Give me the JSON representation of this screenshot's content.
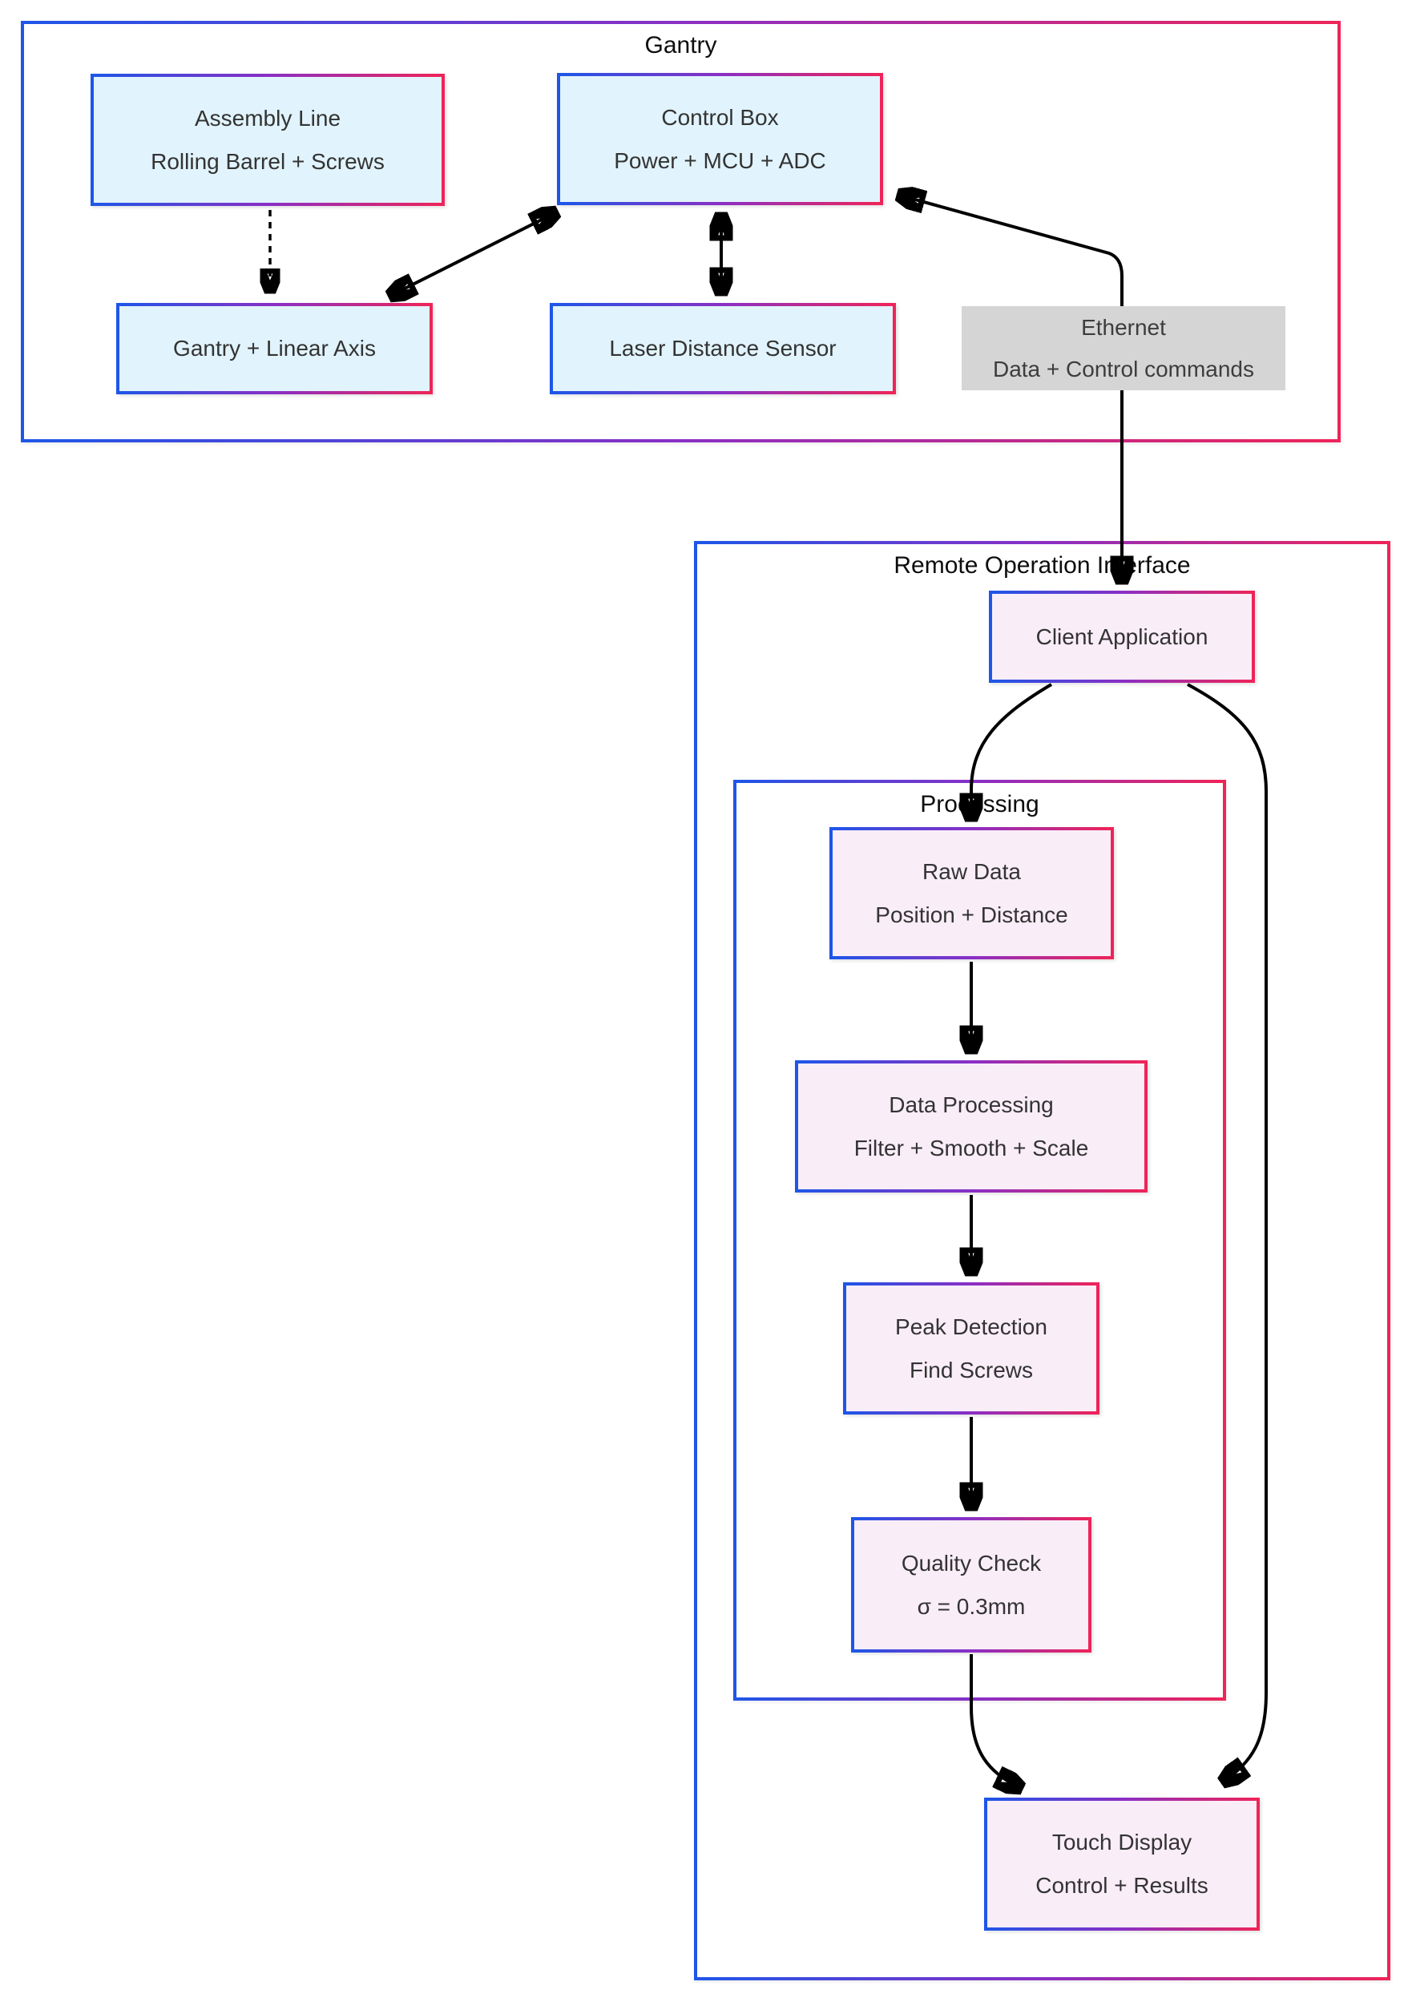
{
  "diagram": {
    "gantry": {
      "title": "Gantry",
      "assembly_line": {
        "l1": "Assembly Line",
        "l2": "Rolling Barrel + Screws"
      },
      "control_box": {
        "l1": "Control Box",
        "l2": "Power + MCU + ADC"
      },
      "gantry_axis": {
        "l1": "Gantry + Linear Axis"
      },
      "laser_sensor": {
        "l1": "Laser Distance Sensor"
      }
    },
    "ethernet": {
      "l1": "Ethernet",
      "l2": "Data + Control commands"
    },
    "remote": {
      "title": "Remote Operation Interface",
      "client_app": {
        "l1": "Client Application"
      },
      "touch_display": {
        "l1": "Touch Display",
        "l2": "Control + Results"
      },
      "processing": {
        "title": "Processing",
        "raw_data": {
          "l1": "Raw Data",
          "l2": "Position + Distance"
        },
        "data_processing": {
          "l1": "Data Processing",
          "l2": "Filter + Smooth + Scale"
        },
        "peak_detection": {
          "l1": "Peak Detection",
          "l2": "Find Screws"
        },
        "quality_check": {
          "l1": "Quality Check",
          "l2": "σ = 0.3mm"
        }
      }
    },
    "edges": [
      {
        "from": "assembly-line",
        "to": "gantry-linear-axis",
        "style": "dashed",
        "heads": "end"
      },
      {
        "from": "gantry-linear-axis",
        "to": "control-box",
        "style": "solid",
        "heads": "both"
      },
      {
        "from": "control-box",
        "to": "laser-distance-sensor",
        "style": "solid",
        "heads": "both"
      },
      {
        "from": "control-box",
        "to": "client-application",
        "style": "solid",
        "heads": "both",
        "label": "Ethernet / Data + Control commands"
      },
      {
        "from": "client-application",
        "to": "raw-data",
        "style": "solid",
        "heads": "end"
      },
      {
        "from": "client-application",
        "to": "touch-display",
        "style": "solid",
        "heads": "end"
      },
      {
        "from": "raw-data",
        "to": "data-processing",
        "style": "solid",
        "heads": "end"
      },
      {
        "from": "data-processing",
        "to": "peak-detection",
        "style": "solid",
        "heads": "end"
      },
      {
        "from": "peak-detection",
        "to": "quality-check",
        "style": "solid",
        "heads": "end"
      },
      {
        "from": "quality-check",
        "to": "touch-display",
        "style": "solid",
        "heads": "end"
      }
    ],
    "colors": {
      "edge_gradient_blue": "#1e56e8",
      "edge_gradient_purple": "#8a2fc5",
      "edge_gradient_crimson": "#ee2459",
      "node_blue_fill": "#e1f3fc",
      "node_pink_fill": "#f9edf8",
      "edge_label_gray": "#d5d5d5",
      "arrow_black": "#000000",
      "node_text": "#333333"
    }
  }
}
